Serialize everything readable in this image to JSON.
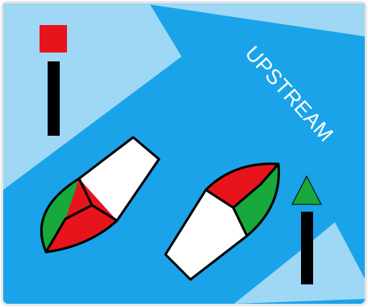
{
  "scene": {
    "label": "UPSTREAM",
    "colors": {
      "water": "#1aa3e8",
      "shore": "#9ed8f5",
      "frame_border": "#e7e7e7",
      "port": "#e8141c",
      "starboard": "#18a83c",
      "hull": "#ffffff",
      "outline": "#000000",
      "marker_post": "#000000"
    },
    "markers": [
      {
        "role": "port-side-marker",
        "top_shape": "square",
        "top_color": "red"
      },
      {
        "role": "starboard-side-marker",
        "top_shape": "triangle",
        "top_color": "green"
      }
    ],
    "vessels": [
      {
        "role": "left-boat",
        "light_arrangement": "green-left-red-right"
      },
      {
        "role": "right-boat",
        "light_arrangement": "red-left-green-right"
      }
    ]
  }
}
